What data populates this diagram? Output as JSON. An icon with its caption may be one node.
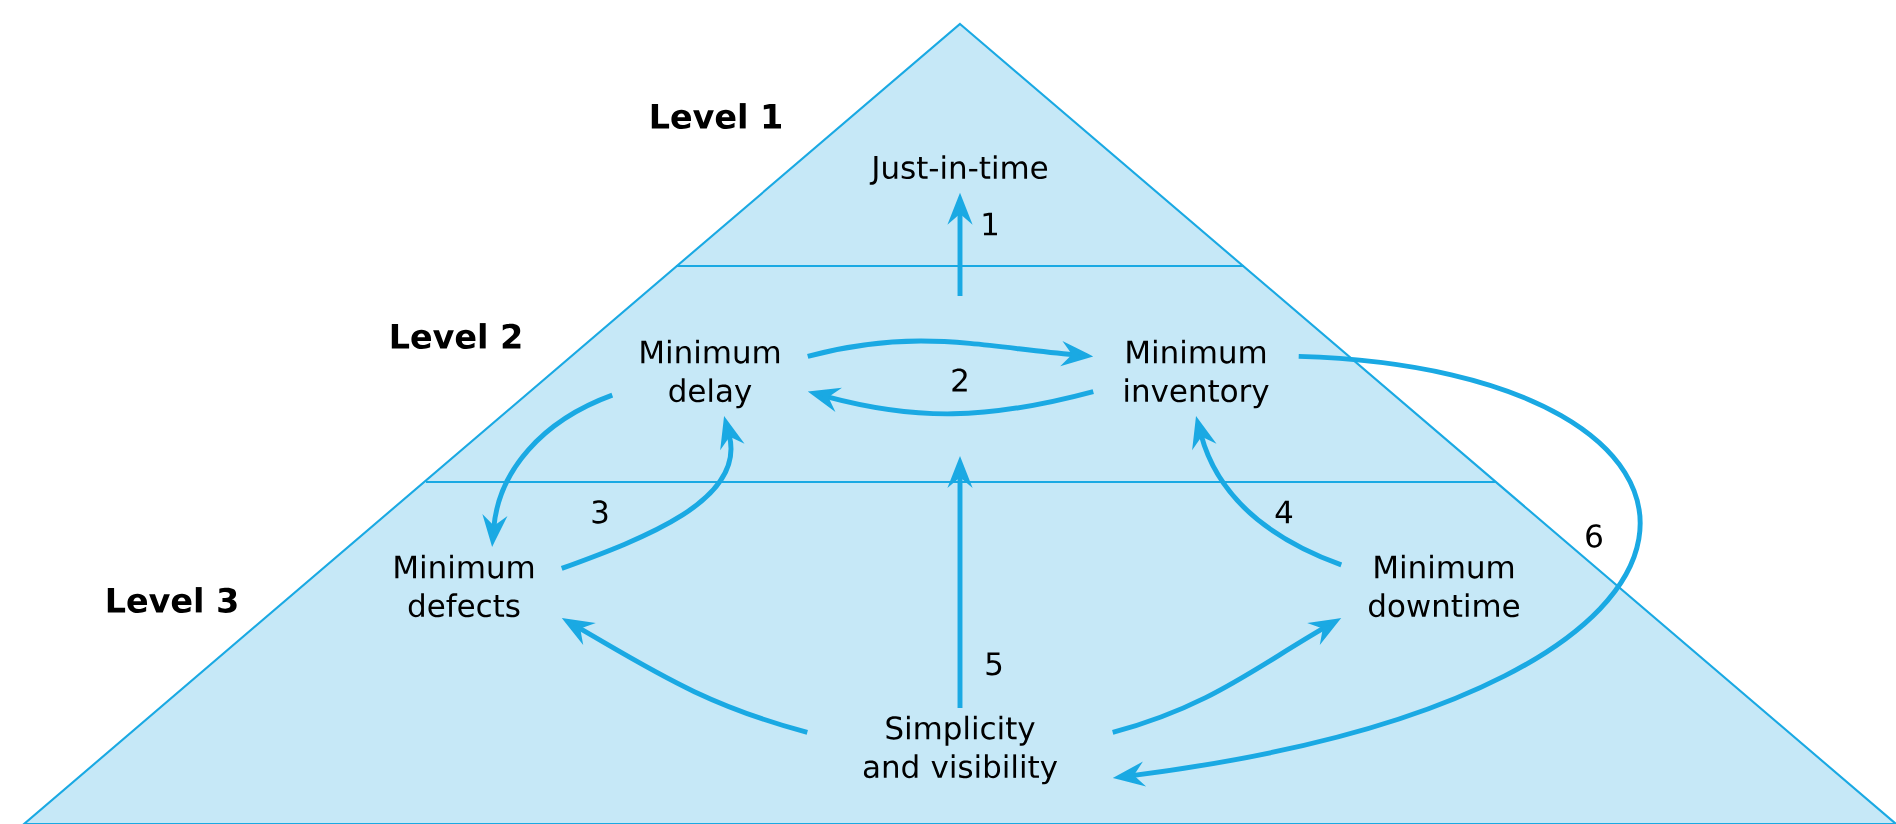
{
  "diagram": {
    "nodes": [
      {
        "text": [
          "Just-in-time"
        ]
      },
      {
        "text": [
          "Minimum delay"
        ]
      },
      {
        "text": [
          "Minimum inventory"
        ]
      },
      {
        "text": [
          "Minimum defects"
        ]
      },
      {
        "text": [
          "Minimum downtime"
        ]
      },
      {
        "text": [
          "Simplicity and visibility"
        ]
      }
    ],
    "edges": [
      {
        "from": null,
        "to": 0,
        "arrow": "to",
        "label": "1"
      },
      {
        "from": 1,
        "to": 2,
        "arrow": "to",
        "label": "2"
      },
      {
        "from": 2,
        "to": 1,
        "arrow": "to"
      },
      {
        "from": 1,
        "to": 3,
        "arrow": "to"
      },
      {
        "from": 3,
        "to": 1,
        "arrow": "to",
        "label": "3"
      },
      {
        "from": 4,
        "to": 2,
        "arrow": "to",
        "label": "4"
      },
      {
        "from": 5,
        "to": 3,
        "arrow": "to"
      },
      {
        "from": 5,
        "to": 4,
        "arrow": "to"
      },
      {
        "from": 5,
        "to": null,
        "arrow": "to",
        "label": "5"
      },
      {
        "from": 2,
        "to": 5,
        "arrow": "to",
        "label": "6"
      }
    ],
    "labels": [
      "Level 1",
      "Level 2",
      "Level 3"
    ]
  }
}
